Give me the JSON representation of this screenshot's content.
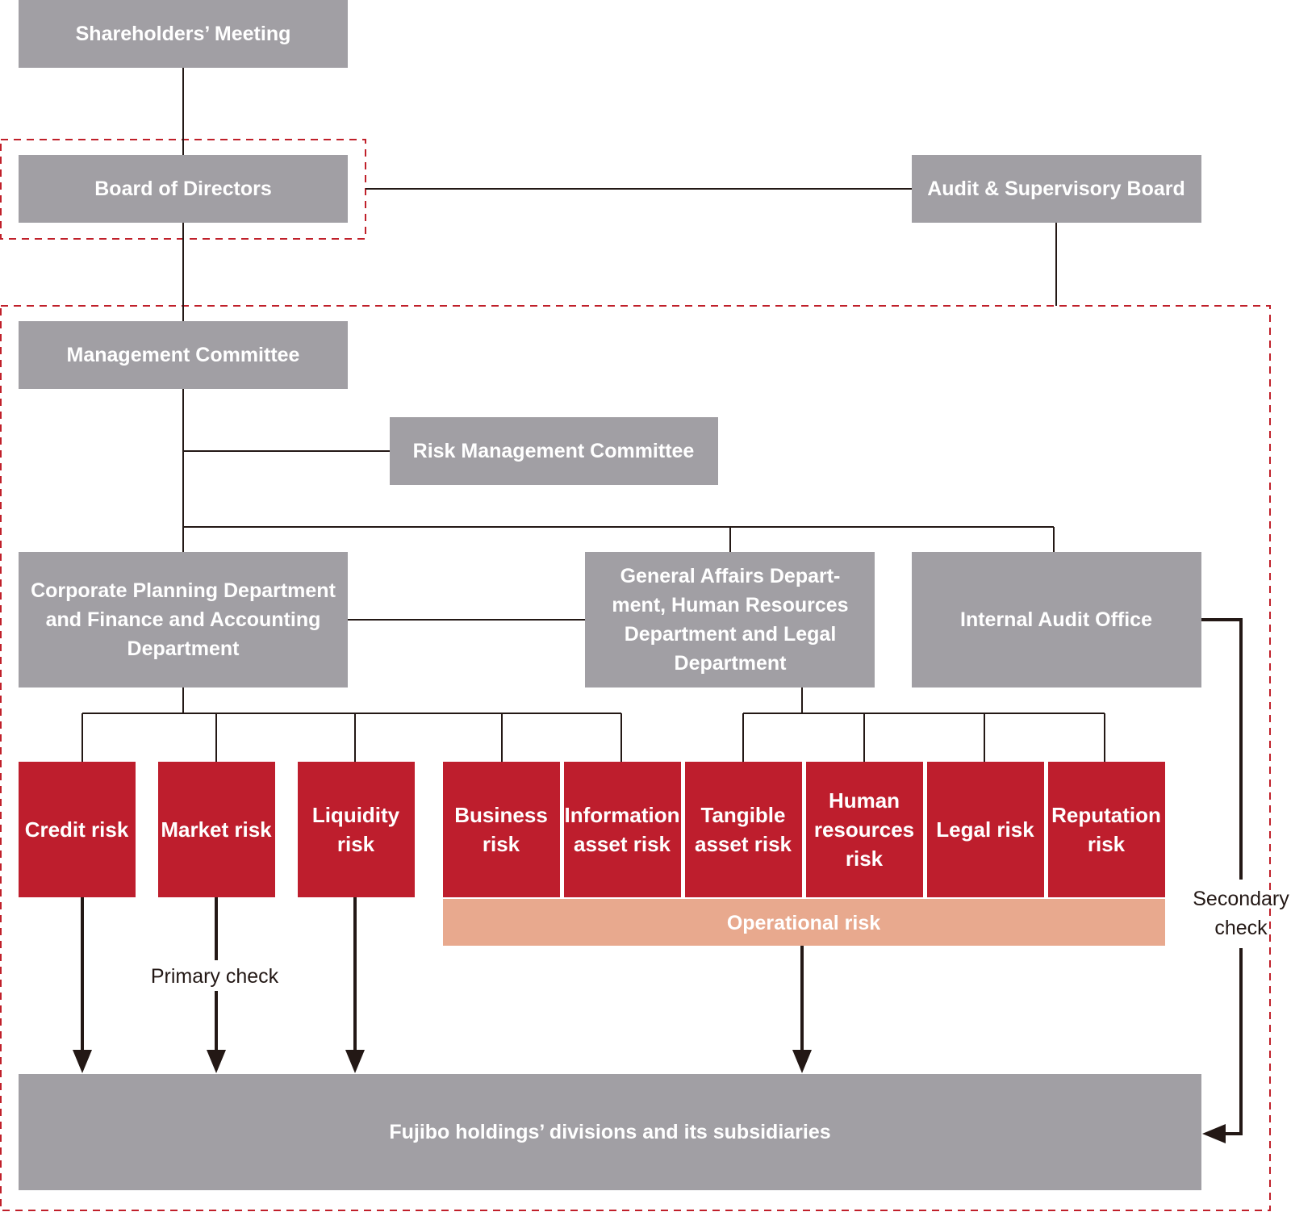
{
  "colors": {
    "gray_box": "#a19fa4",
    "red_box": "#be1e2d",
    "operational_bar": "#e8a98e",
    "line": "#231815",
    "dashed_border": "#c0202a"
  },
  "nodes": {
    "shareholders": [
      "Shareholders’ Meeting"
    ],
    "board": [
      "Board of Directors"
    ],
    "audit_board": [
      "Audit & Supervisory Board"
    ],
    "management": [
      "Management Committee"
    ],
    "risk_committee": [
      "Risk Management Committee"
    ],
    "corp_planning": [
      "Corporate Planning Department",
      "and Finance and Accounting",
      "Department"
    ],
    "general_affairs": [
      "General Affairs Depart-",
      "ment, Human Resources",
      "Department and Legal",
      "Department"
    ],
    "internal_audit": [
      "Internal Audit Office"
    ],
    "divisions": [
      "Fujibo holdings’ divisions and its subsidiaries"
    ]
  },
  "risks": {
    "credit": [
      "Credit risk"
    ],
    "market": [
      "Market risk"
    ],
    "liquidity": [
      "Liquidity",
      "risk"
    ],
    "business": [
      "Business",
      "risk"
    ],
    "information": [
      "Information",
      "asset risk"
    ],
    "tangible": [
      "Tangible",
      "asset risk"
    ],
    "human": [
      "Human",
      "resources",
      "risk"
    ],
    "legal": [
      "Legal risk"
    ],
    "reputation": [
      "Reputation",
      "risk"
    ]
  },
  "operational_risk": "Operational risk",
  "labels": {
    "primary_check": "Primary check",
    "secondary_check": [
      "Secondary",
      "check"
    ]
  }
}
